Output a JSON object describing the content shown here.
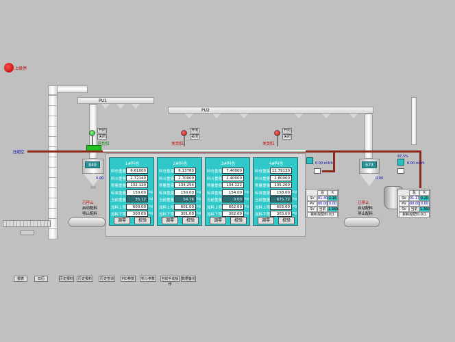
{
  "alarm": {
    "label": "上级停"
  },
  "conveyors": {
    "left": "PU1",
    "middle": "PU2"
  },
  "valves": [
    {
      "status": "开到位",
      "b1": "开闭",
      "b2": "关闭"
    },
    {
      "status": "关到位",
      "b1": "开闭",
      "b2": "关闭"
    },
    {
      "status": "关到位",
      "b1": "开闭",
      "b2": "关闭"
    }
  ],
  "air_line": {
    "label": "压缩空"
  },
  "left_hopper": {
    "display": "849 kg",
    "reading": "0.00",
    "status": "已停止",
    "line1": "启动配料",
    "line2": "停止配料"
  },
  "right_hopper": {
    "display": "673 kg",
    "reading": "0.00",
    "status": "已停止",
    "line1": "启动配料",
    "line2": "停止配料"
  },
  "flow_meters": [
    {
      "top": "",
      "value": "0.00",
      "unit": "m3/h"
    },
    {
      "top": "97.5%",
      "value": "0.00",
      "unit": "m3/h"
    }
  ],
  "panels": [
    {
      "title": "1#料仓",
      "rows": [
        {
          "label": "料仓重量",
          "value": "6.61000",
          "unit": ""
        },
        {
          "label": "料斗重量",
          "value": "2.72140",
          "unit": ""
        },
        {
          "label": "称量重量",
          "value": "132.120",
          "unit": ""
        },
        {
          "label": "标准重量",
          "value": "150.00",
          "unit": "kg"
        },
        {
          "label": "当前重量",
          "value": "35.12",
          "unit": "kg"
        },
        {
          "label": "加料上限",
          "value": "600.00",
          "unit": "kg"
        },
        {
          "label": "加料下限",
          "value": "300.00",
          "unit": "kg"
        }
      ],
      "btn1": "调零",
      "btn2": "校验"
    },
    {
      "title": "2#料仓",
      "rows": [
        {
          "label": "料仓重量",
          "value": "6.13780",
          "unit": ""
        },
        {
          "label": "料斗重量",
          "value": "2.70000",
          "unit": ""
        },
        {
          "label": "称量重量",
          "value": "134.254",
          "unit": ""
        },
        {
          "label": "标准重量",
          "value": "150.00",
          "unit": "kg"
        },
        {
          "label": "当前重量",
          "value": "54.76",
          "unit": "kg"
        },
        {
          "label": "加料上限",
          "value": "601.00",
          "unit": "kg"
        },
        {
          "label": "加料下限",
          "value": "301.00",
          "unit": "kg"
        }
      ],
      "btn1": "调零",
      "btn2": "校验"
    },
    {
      "title": "3#料仓",
      "rows": [
        {
          "label": "料仓重量",
          "value": "7.40000",
          "unit": ""
        },
        {
          "label": "料斗重量",
          "value": "2.40000",
          "unit": ""
        },
        {
          "label": "称量重量",
          "value": "134.122",
          "unit": ""
        },
        {
          "label": "标准重量",
          "value": "154.00",
          "unit": "kg"
        },
        {
          "label": "当前重量",
          "value": "0.00",
          "unit": "kg"
        },
        {
          "label": "加料上限",
          "value": "602.00",
          "unit": "kg"
        },
        {
          "label": "加料下限",
          "value": "302.00",
          "unit": "kg"
        }
      ],
      "btn1": "调零",
      "btn2": "校验"
    },
    {
      "title": "4#料仓",
      "rows": [
        {
          "label": "料仓重量",
          "value": "12.79130",
          "unit": ""
        },
        {
          "label": "料斗重量",
          "value": "2.80000",
          "unit": ""
        },
        {
          "label": "称量重量",
          "value": "135.200",
          "unit": ""
        },
        {
          "label": "标准重量",
          "value": "158.00",
          "unit": "kg"
        },
        {
          "label": "当前重量",
          "value": "675.72",
          "unit": "kg"
        },
        {
          "label": "加料上限",
          "value": "603.00",
          "unit": "kg"
        },
        {
          "label": "加料下限",
          "value": "303.00",
          "unit": "kg"
        }
      ],
      "btn1": "调零",
      "btn2": "校验"
    }
  ],
  "left_table": {
    "h1": "总",
    "h2": "K",
    "r1": {
      "a": "SV",
      "b": "01.40",
      "c": "2.16"
    },
    "r2": {
      "a": "PV",
      "b": "00.00",
      "c": "0.00"
    },
    "r3": {
      "a": "SV",
      "b": "当前值",
      "c": "1.360"
    },
    "foot": "累积控配料:0/1"
  },
  "right_table": {
    "h1": "总",
    "h2": "K",
    "r1": {
      "a": "SV",
      "b": "01.17",
      "c": "0.20"
    },
    "r2": {
      "a": "PV",
      "b": "00.00",
      "c": "0.00"
    },
    "r3": {
      "a": "SV",
      "b": "当前值",
      "c": "1.360"
    },
    "foot": "累积控配料:0/1"
  },
  "bottom_buttons": [
    "报表",
    "日历",
    "历史报料",
    "历史报料",
    "历史查询",
    "PID参数",
    "料斗参数",
    "自动手动操作",
    "数据备份"
  ]
}
